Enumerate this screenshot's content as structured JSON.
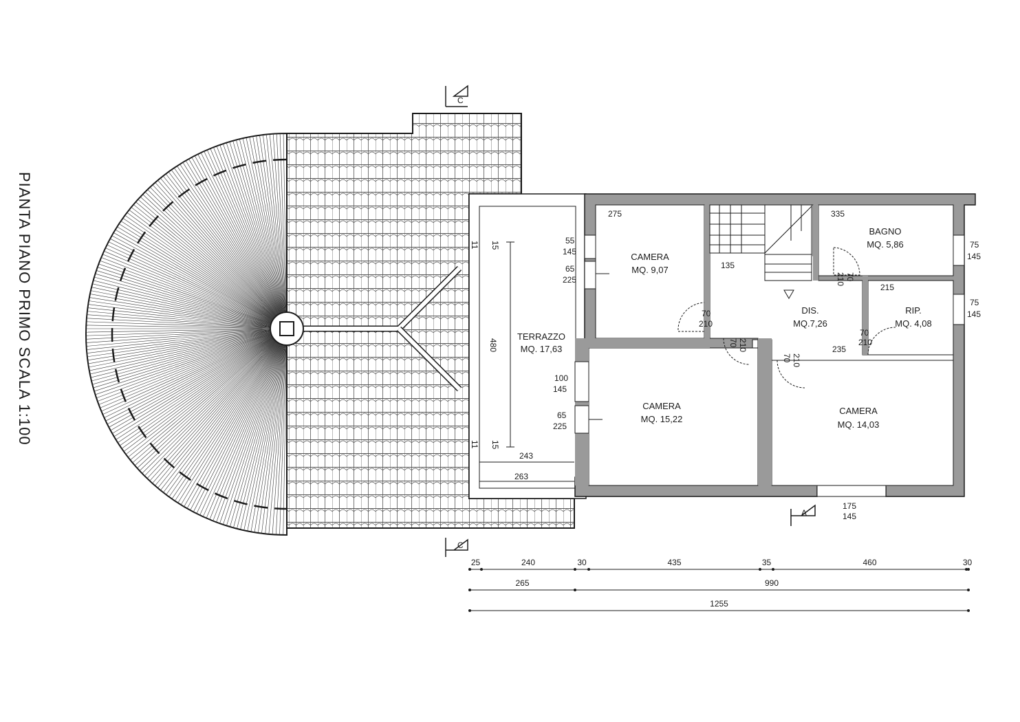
{
  "title": "PIANTA PIANO PRIMO SCALA 1:100",
  "colors": {
    "ink": "#1a1a1a",
    "wall": "#9a9a9a",
    "paper": "#ffffff"
  },
  "rooms": [
    {
      "id": "camera-1",
      "name": "CAMERA",
      "area": "MQ. 9,07",
      "width": "275"
    },
    {
      "id": "camera-2",
      "name": "CAMERA",
      "area": "MQ. 15,22"
    },
    {
      "id": "camera-3",
      "name": "CAMERA",
      "area": "MQ. 14,03"
    },
    {
      "id": "bagno",
      "name": "BAGNO",
      "area": "MQ. 5,86",
      "width": "335"
    },
    {
      "id": "rip",
      "name": "RIP.",
      "area": "MQ. 4,08",
      "width": "215"
    },
    {
      "id": "dis",
      "name": "DIS.",
      "area": "MQ.7,26",
      "width": "135",
      "width2": "235"
    },
    {
      "id": "terrazzo",
      "name": "TERRAZZO",
      "area": "MQ. 17,63",
      "length": "480",
      "inner": "243",
      "outer": "263",
      "edge": "15",
      "wall": "11"
    }
  ],
  "windows": [
    {
      "id": "w-camera1-a",
      "w": "55",
      "h": "145"
    },
    {
      "id": "w-camera1-b",
      "w": "65",
      "h": "225"
    },
    {
      "id": "w-camera2-a",
      "w": "100",
      "h": "145"
    },
    {
      "id": "w-camera2-b",
      "w": "65",
      "h": "225"
    },
    {
      "id": "w-bagno",
      "w": "75",
      "h": "145"
    },
    {
      "id": "w-rip",
      "w": "75",
      "h": "145"
    },
    {
      "id": "w-camera3",
      "w": "175",
      "h": "145"
    }
  ],
  "doors": [
    {
      "id": "d-camera1",
      "w": "70",
      "h": "210"
    },
    {
      "id": "d-bagno",
      "w": "70",
      "h": "210"
    },
    {
      "id": "d-rip",
      "w": "70",
      "h": "210"
    },
    {
      "id": "d-camera2",
      "w": "70",
      "h": "210"
    },
    {
      "id": "d-camera3",
      "w": "70",
      "h": "210"
    }
  ],
  "sections": {
    "c_top": "C",
    "c_bottom": "C",
    "a": "A"
  },
  "dimensions": {
    "row1": [
      "25",
      "240",
      "30",
      "435",
      "35",
      "460",
      "30"
    ],
    "row2": [
      "265",
      "990"
    ],
    "row3": [
      "1255"
    ]
  }
}
